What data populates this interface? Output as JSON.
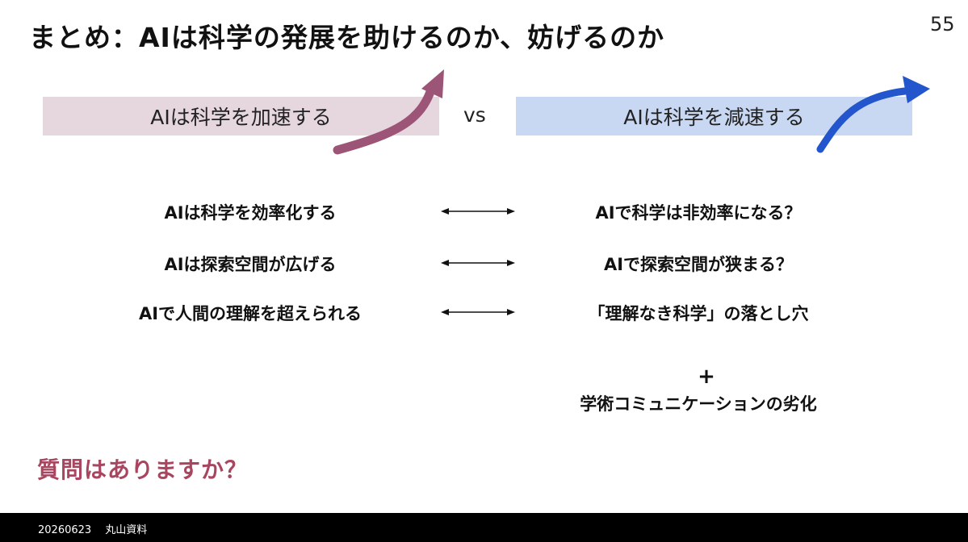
{
  "slide": {
    "title": "まとめ：AIは科学の発展を助けるのか、妨げるのか",
    "page_number": "55"
  },
  "banners": {
    "left_label": "AIは科学を加速する",
    "vs_label": "vs",
    "right_label": "AIは科学を減速する",
    "left_arrow_color": "#9c5577",
    "right_arrow_color": "#2356cc"
  },
  "comparisons": [
    {
      "left": "AIは科学を効率化する",
      "right": "AIで科学は非効率になる？"
    },
    {
      "left": "AIは探索空間が広げる",
      "right": "AIで探索空間が狭まる？"
    },
    {
      "left": "AIで人間の理解を超えられる",
      "right": "「理解なき科学」の落とし穴"
    }
  ],
  "extra": {
    "plus": "+",
    "communication": "学術コミュニケーションの劣化"
  },
  "question": "質問はありますか？",
  "footer": {
    "text": "20260623　 丸山資料"
  }
}
